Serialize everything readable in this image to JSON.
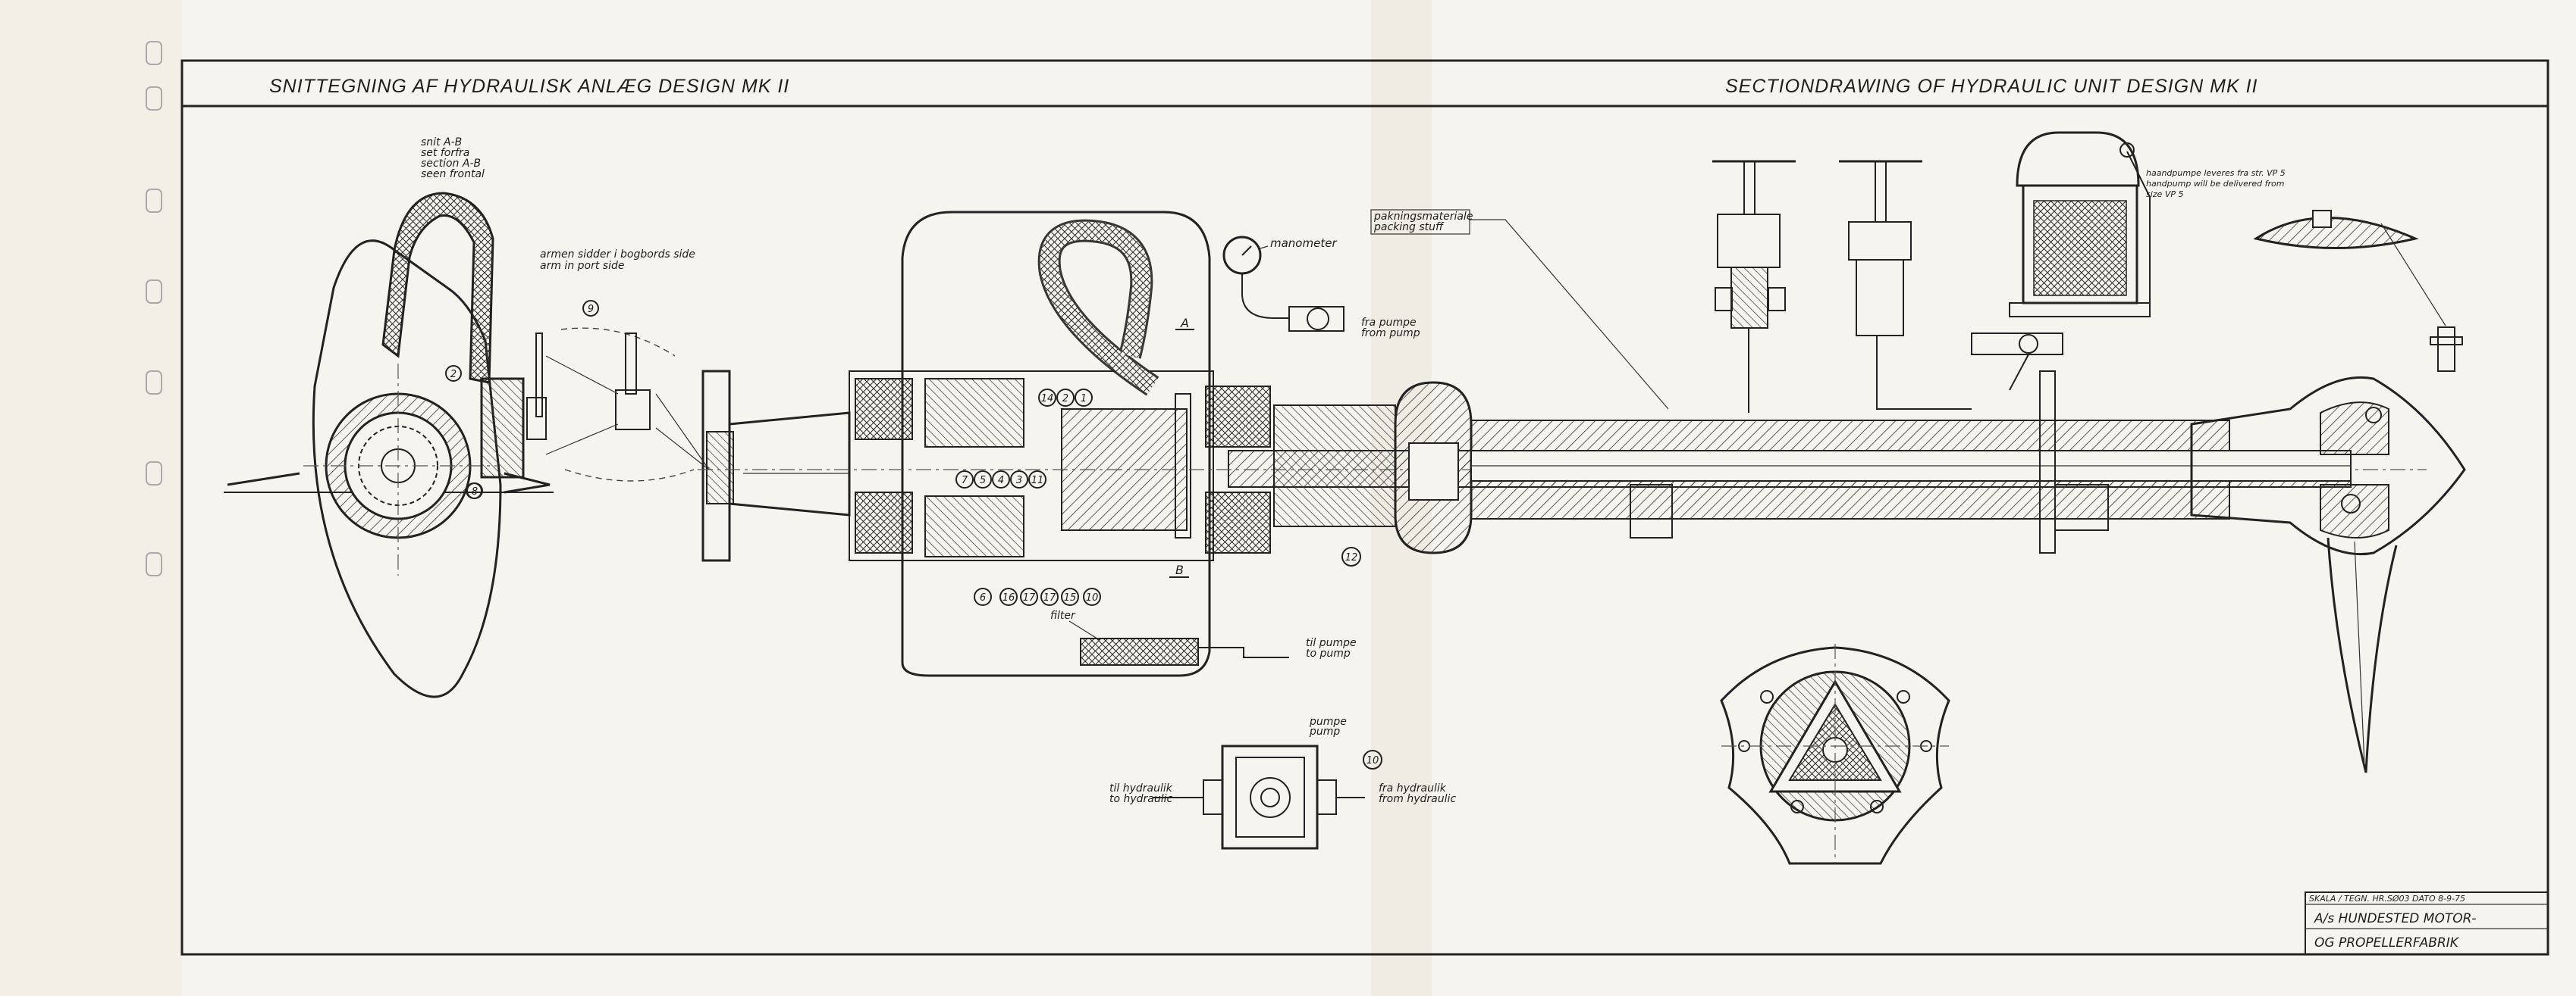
{
  "title_dk": "SNITTEGNING AF HYDRAULISK ANLÆG DESIGN MK II",
  "title_en": "SECTIONDRAWING OF HYDRAULIC UNIT DESIGN MK II",
  "section_label": {
    "l1": "snit A-B",
    "l2": "set forfra",
    "l3": "section A-B",
    "l4": "seen frontal"
  },
  "arm_label": {
    "dk": "armen sidder i bogbords side",
    "en": "arm in port side"
  },
  "labels": {
    "manometer": "manometer",
    "from_pump_dk": "fra pumpe",
    "from_pump_en": "from pump",
    "packing_dk": "pakningsmateriale",
    "packing_en": "packing stuff",
    "filter": "filter",
    "to_pump_dk": "til pumpe",
    "to_pump_en": "to pump",
    "pump_dk": "pumpe",
    "pump_en": "pump",
    "to_hydraulic_dk": "til hydraulik",
    "to_hydraulic_en": "to hydraulic",
    "from_hydraulic_dk": "fra hydraulik",
    "from_hydraulic_en": "from hydraulic",
    "section_a": "A",
    "section_b": "B"
  },
  "handpump_note": {
    "l1": "haandpumpe leveres fra str. VP 5",
    "l2": "handpump will be delivered from",
    "l3": "size VP 5"
  },
  "callouts": {
    "c1": "1",
    "c2": "2",
    "c3": "3",
    "c4": "4",
    "c5": "5",
    "c6": "6",
    "c7": "7",
    "c8": "8",
    "c9": "9",
    "c10": "10",
    "c11": "11",
    "c12": "12",
    "c14": "14",
    "c15": "15",
    "c16": "16",
    "c17": "17"
  },
  "title_block": {
    "info": "SKALA   /   TEGN. HR.SØ03 DATO 8-9-75",
    "company1": "A/s HUNDESTED MOTOR-",
    "company2": "OG PROPELLERFABRIK"
  }
}
